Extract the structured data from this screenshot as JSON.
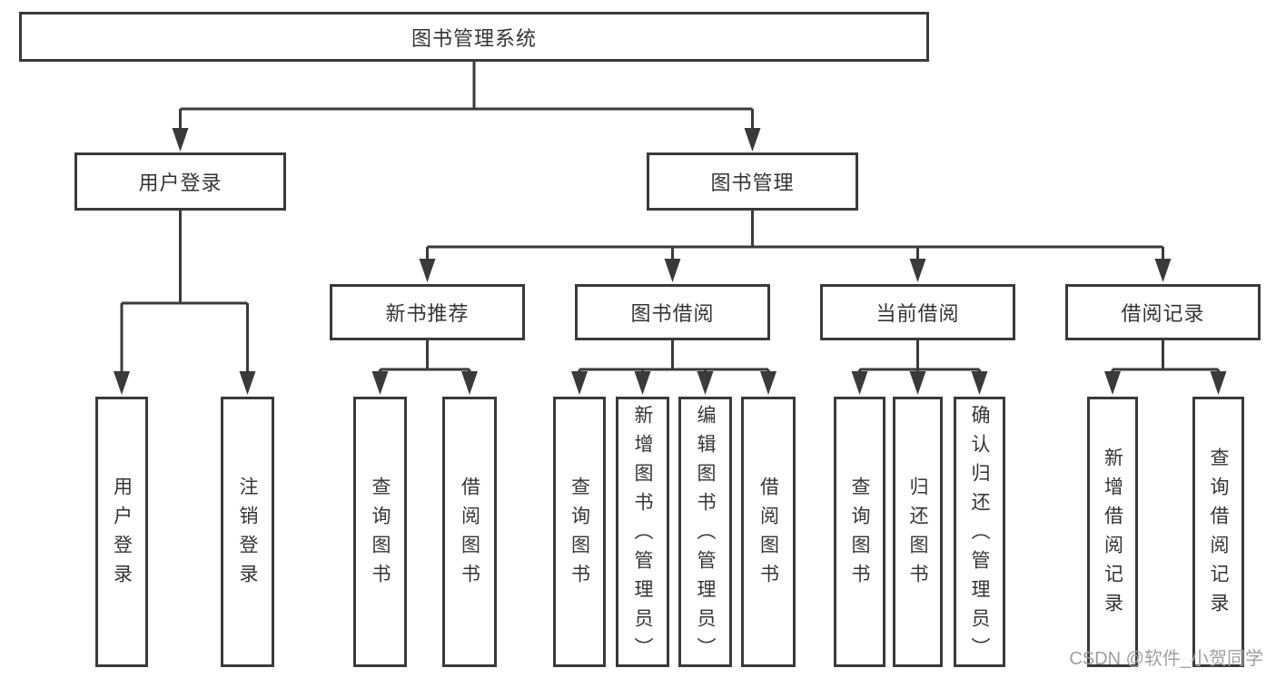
{
  "title": "图书管理系统",
  "watermark": "CSDN @软件_小贺同学",
  "colors": {
    "line": "#3a3a3a",
    "text": "#353535",
    "background": "#ffffff",
    "watermark": "#a0a0a0"
  },
  "nodes": {
    "root": {
      "label": "图书管理系统"
    },
    "level1": [
      {
        "label": "用户登录"
      },
      {
        "label": "图书管理"
      }
    ],
    "level2": [
      {
        "label": "新书推荐"
      },
      {
        "label": "图书借阅"
      },
      {
        "label": "当前借阅"
      },
      {
        "label": "借阅记录"
      }
    ],
    "leaves": {
      "login": [
        {
          "label": "用户登录"
        },
        {
          "label": "注销登录"
        }
      ],
      "recommend": [
        {
          "label": "查询图书"
        },
        {
          "label": "借阅图书"
        }
      ],
      "borrow": [
        {
          "label": "查询图书"
        },
        {
          "label": "新增图书（管理员）"
        },
        {
          "label": "编辑图书（管理员）"
        },
        {
          "label": "借阅图书"
        }
      ],
      "current": [
        {
          "label": "查询图书"
        },
        {
          "label": "归还图书"
        },
        {
          "label": "确认归还（管理员）"
        }
      ],
      "records": [
        {
          "label": "新增借阅记录"
        },
        {
          "label": "查询借阅记录"
        }
      ]
    }
  }
}
